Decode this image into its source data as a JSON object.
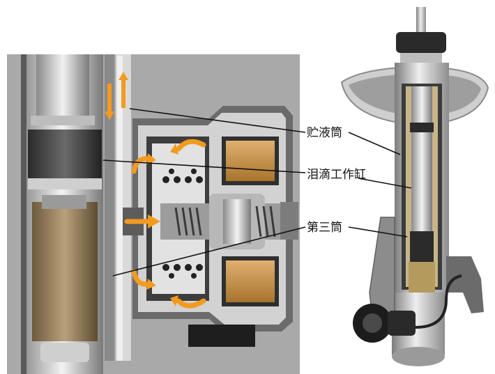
{
  "labels": {
    "reservoir_tube": "贮液筒",
    "damping_cylinder": "泪滴工作缸",
    "third_tube": "第三筒"
  },
  "colors": {
    "flow_arrow": "#f39a1f",
    "background_panel": "#a9a9a9",
    "coil": "#c48a3a",
    "metal": "#d8d8d8",
    "dark_metal": "#3a3a3a"
  }
}
